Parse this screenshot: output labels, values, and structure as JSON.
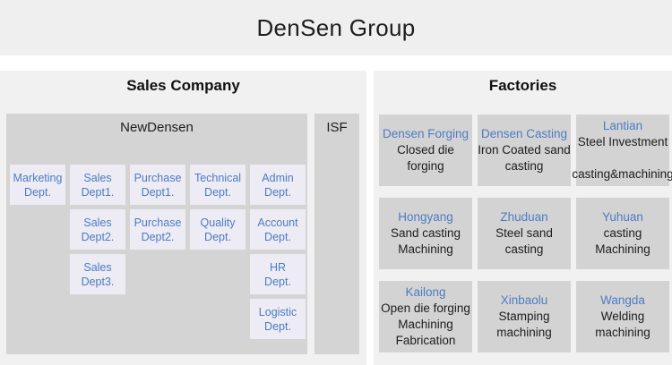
{
  "header": {
    "title": "DenSen Group"
  },
  "sales_company": {
    "title": "Sales Company",
    "new_densen": {
      "label": "NewDensen"
    },
    "isf": {
      "label": "ISF"
    },
    "departments": [
      {
        "label": "Marketing\nDept."
      },
      {
        "label": "Sales\nDept1."
      },
      {
        "label": "Purchase\nDept1."
      },
      {
        "label": "Technical\nDept."
      },
      {
        "label": "Admin\nDept."
      },
      {
        "label": "Sales\nDept2."
      },
      {
        "label": "Purchase\nDept2."
      },
      {
        "label": "Quality\nDept."
      },
      {
        "label": "Account\nDept."
      },
      {
        "label": "Sales\nDept3."
      },
      {
        "label": "HR\nDept."
      },
      {
        "label": "Logistic\nDept."
      }
    ]
  },
  "factories": {
    "title": "Factories",
    "items": [
      {
        "name": "Densen Forging",
        "description": "Closed die forging"
      },
      {
        "name": "Densen Casting",
        "description": "Iron Coated sand\ncasting"
      },
      {
        "name": "Lantian",
        "description": "Steel Investment\n\ncasting&machining"
      },
      {
        "name": "Hongyang",
        "description": "Sand casting\nMachining"
      },
      {
        "name": "Zhuduan",
        "description": "Steel sand casting"
      },
      {
        "name": "Yuhuan",
        "description": "casting\nMachining"
      },
      {
        "name": "Kailong",
        "description": "Open die forging\nMachining\nFabrication"
      },
      {
        "name": "Xinbaolu",
        "description": "Stamping\nmachining"
      },
      {
        "name": "Wangda",
        "description": "Welding\nmachining"
      }
    ]
  },
  "colors": {
    "accent_blue": "#4b7cc4",
    "header_bg": "#efefef",
    "panel_bg": "#f2f1f2",
    "box_gray": "#d5d4d5",
    "dept_box_bg": "#edebf3",
    "text_black": "#1d1d1d"
  }
}
